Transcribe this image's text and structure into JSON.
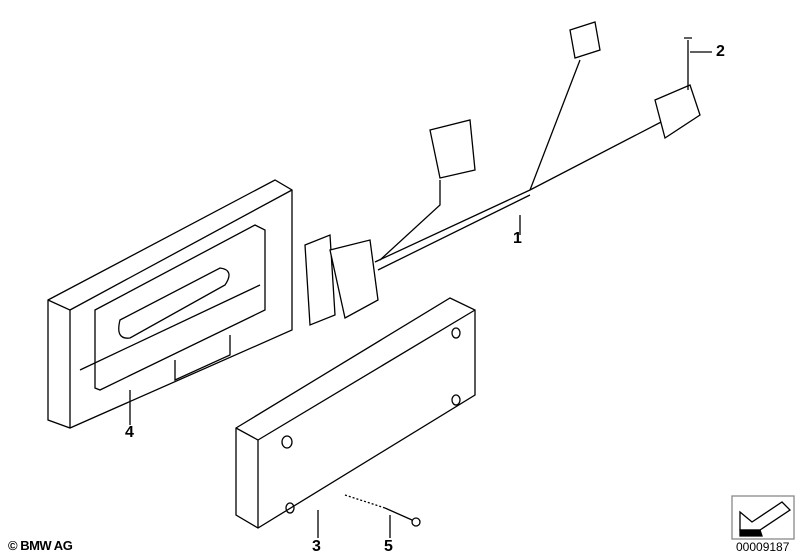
{
  "callouts": {
    "p1": "1",
    "p2": "2",
    "p3": "3",
    "p4": "4",
    "p5": "5"
  },
  "copyright": "© BMW AG",
  "diagram_number": "00009187"
}
